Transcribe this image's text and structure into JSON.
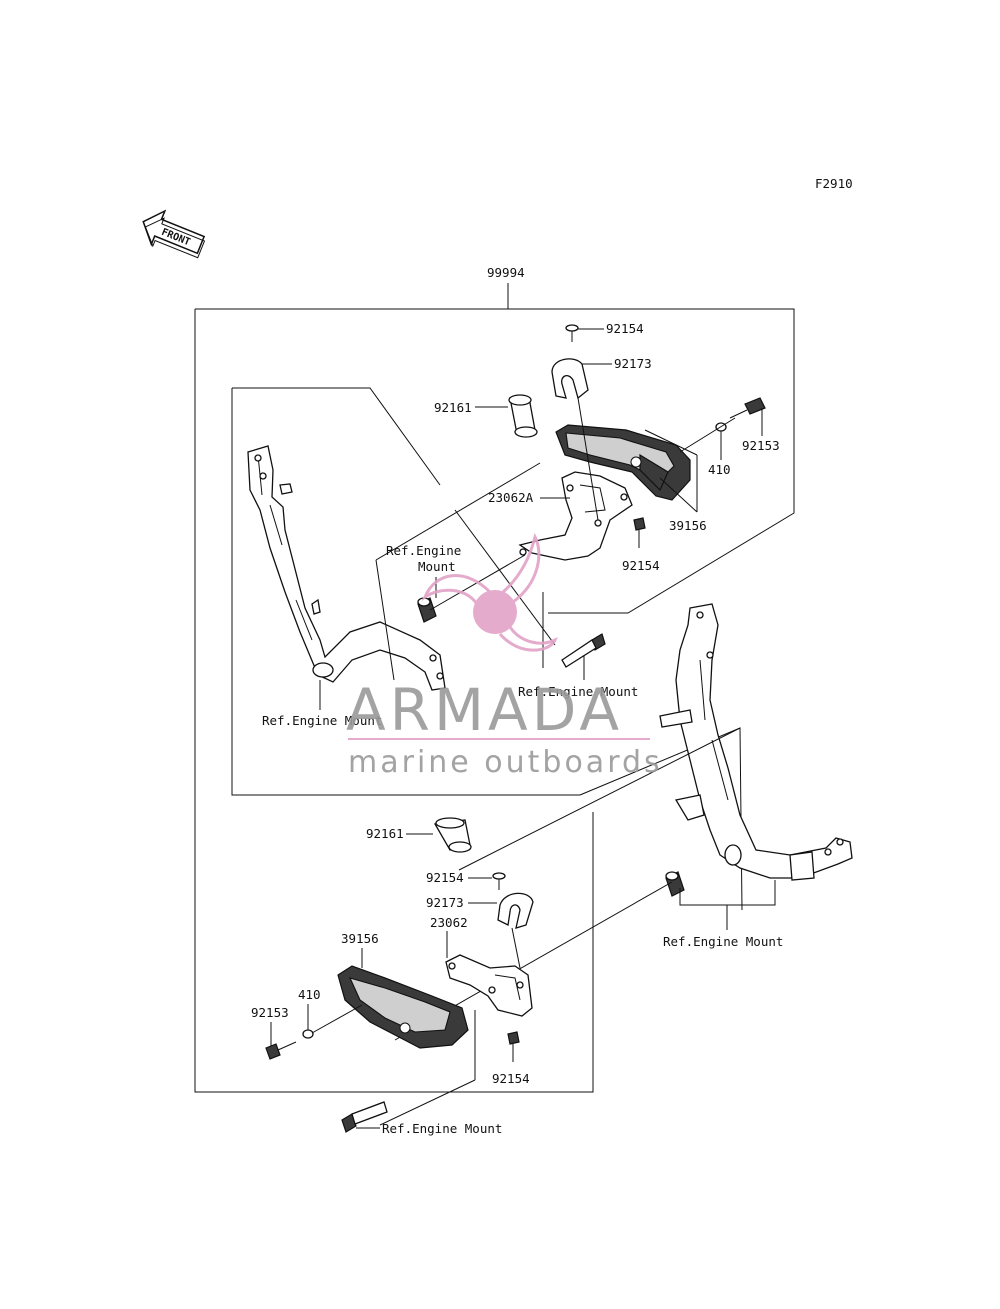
{
  "figure_code": "F2910",
  "front_arrow_text": "FRONT",
  "assembly_number": "99994",
  "upper": {
    "bolt_92154_top": "92154",
    "clamp_92173": "92173",
    "collar_92161": "92161",
    "bolt_92153": "92153",
    "washer_410": "410",
    "slider_39156": "39156",
    "bracket_23062A": "23062A",
    "bolt_92154_mid": "92154",
    "ref_engine_mount_top_l1": "Ref.Engine",
    "ref_engine_mount_top_l2": "Mount",
    "ref_engine_mount_bolt": "Ref.Engine Mount",
    "ref_engine_mount_frame": "Ref.Engine Mount"
  },
  "lower": {
    "collar_92161": "92161",
    "bolt_92154_top": "92154",
    "clamp_92173": "92173",
    "bracket_23062": "23062",
    "slider_39156": "39156",
    "washer_410": "410",
    "bolt_92153": "92153",
    "bolt_92154_bottom": "92154",
    "ref_engine_mount_right": "Ref.Engine Mount",
    "ref_engine_mount_bolt": "Ref.Engine Mount"
  },
  "watermark": {
    "brand": "ARMADA",
    "tagline": "marine outboards",
    "brand_color": "#e2a3c7",
    "text_color": "#9a9a9a"
  }
}
